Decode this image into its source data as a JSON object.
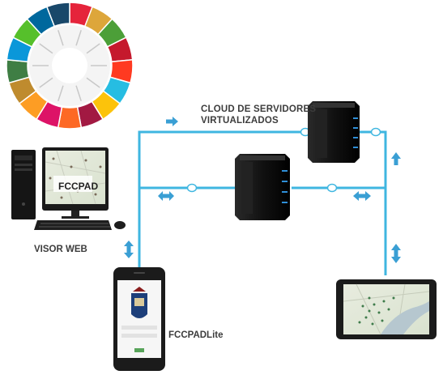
{
  "labels": {
    "cloud_line1": "CLOUD DE SERVIDORES",
    "cloud_line2": "VIRTUALIZADOS",
    "visor_web": "VISOR WEB",
    "fccpad_monitor": "FCCPAD",
    "fccpad_lite": "FCCPADLite"
  },
  "colors": {
    "line": "#3fb6e0",
    "arrow": "#3a9fd4",
    "server": "#111111",
    "server_led": "#2f8fd8"
  },
  "icons": [
    "sdg-wheel",
    "desktop-computer",
    "server-tower",
    "smartphone",
    "tablet",
    "bidirectional-arrow"
  ]
}
